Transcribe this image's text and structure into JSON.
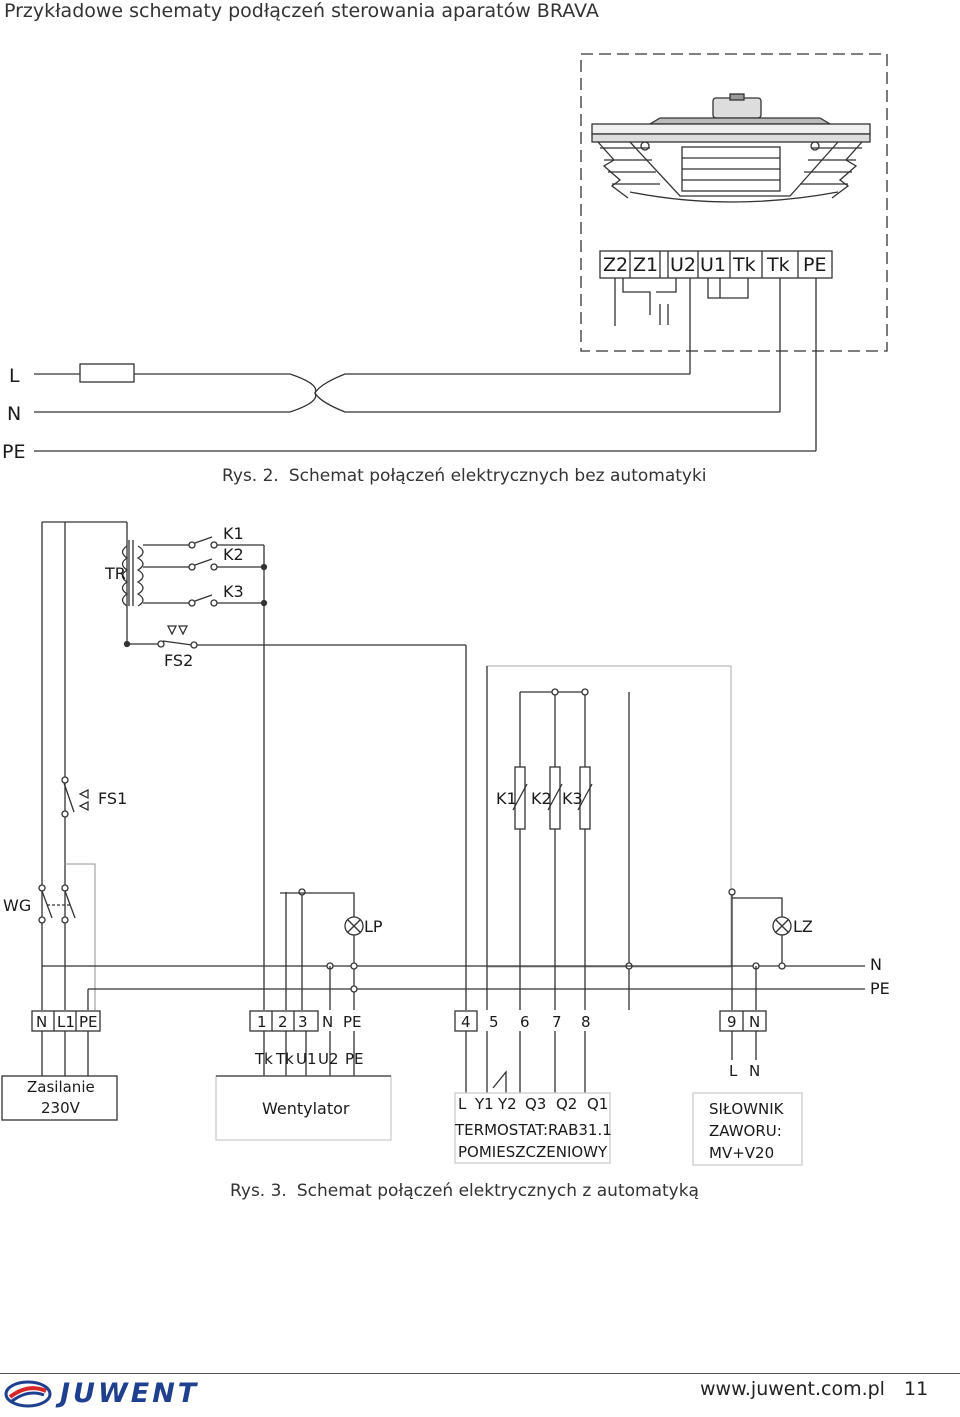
{
  "header": {
    "title": "Przykładowe schematy podłączeń sterowania aparatów BRAVA"
  },
  "figure2": {
    "caption_num": "Rys. 2.",
    "caption_text": "Schemat połączeń elektrycznych bez automatyki",
    "terminals": [
      "Z2",
      "Z1",
      "U2",
      "U1",
      "Tk",
      "Tk",
      "PE"
    ],
    "lines": [
      "L",
      "N",
      "PE"
    ]
  },
  "figure3": {
    "caption_num": "Rys. 3.",
    "caption_text": "Schemat połączeń elektrycznych z automatyką",
    "tr": "TR",
    "k1": "K1",
    "k2": "K2",
    "k3": "K3",
    "fs2": "FS2",
    "fs1": "FS1",
    "relay_labels": [
      "K1",
      "K2",
      "K3"
    ],
    "wg": "WG",
    "lp": "LP",
    "lz": "LZ",
    "bus_n": "N",
    "bus_pe": "PE",
    "strip_supply": [
      "N",
      "L1",
      "PE"
    ],
    "strip_fan": [
      "1",
      "2",
      "3",
      "N",
      "PE"
    ],
    "strip_thermo": [
      "4",
      "5",
      "6",
      "7",
      "8"
    ],
    "strip_valve": [
      "9",
      "N"
    ],
    "supply_label_1": "Zasilanie",
    "supply_label_2": "230V",
    "fan_terminals": [
      "Tk",
      "Tk",
      "U1",
      "U2",
      "PE"
    ],
    "fan_label": "Wentylator",
    "thermo_terminals": [
      "L",
      "Y1",
      "Y2",
      "Q3",
      "Q2",
      "Q1"
    ],
    "thermo_label_1": "TERMOSTAT:RAB31.1",
    "thermo_label_2": "POMIESZCZENIOWY",
    "valve_terminals": [
      "L",
      "N"
    ],
    "valve_label_1": "SIŁOWNIK",
    "valve_label_2": "ZAWORU:",
    "valve_label_3": "MV+V20"
  },
  "footer": {
    "brand": "JUWENT",
    "url": "www.juwent.com.pl",
    "page": "11"
  }
}
